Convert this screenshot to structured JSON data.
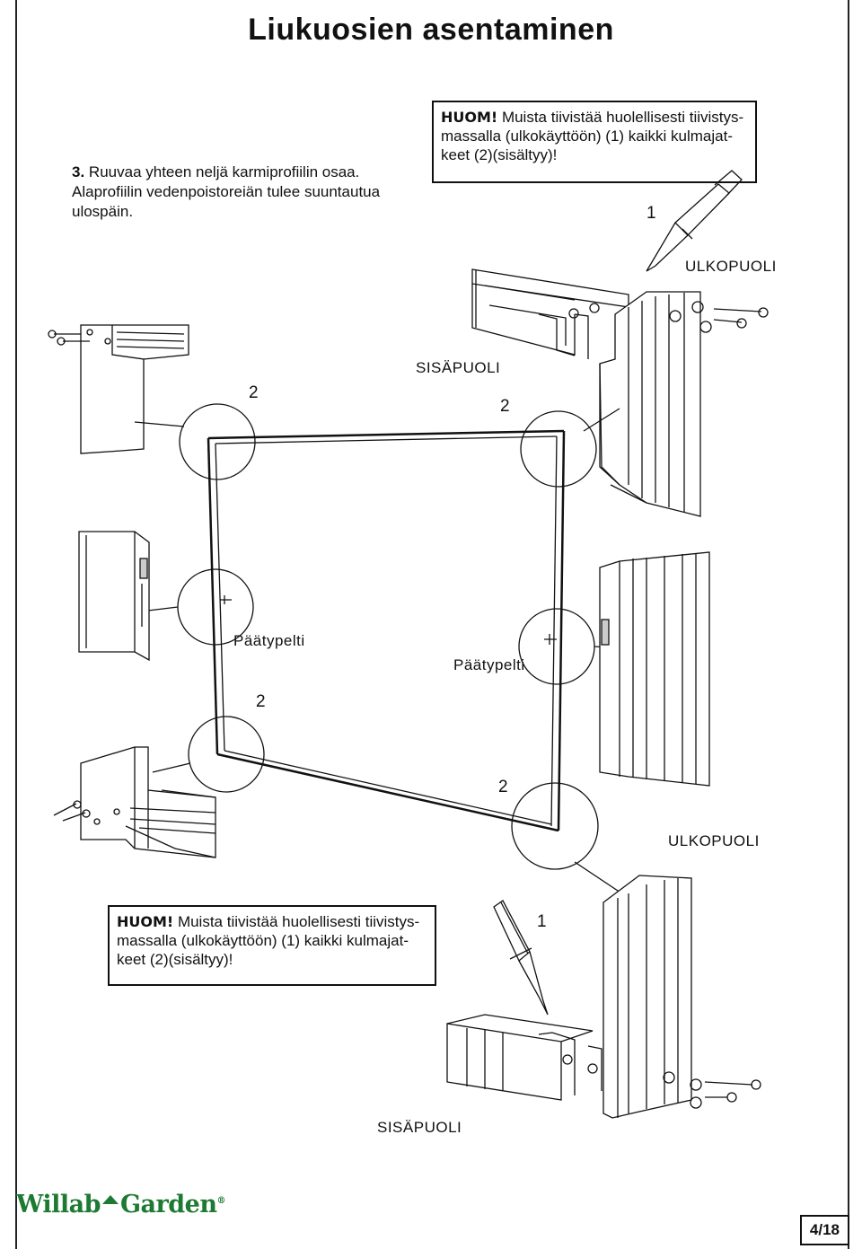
{
  "title": "Liukuosien asentaminen",
  "step": {
    "number": "3.",
    "text": "Ruuvaa yhteen neljä karmiprofiilin osaa. Alaprofiilin vedenpoistoreiän tulee suuntautua ulospäin."
  },
  "notes": [
    {
      "label": "HUOM!",
      "text": "Muista tiivistää huolellisesti tiivistys-massalla (ulkokäyttöön) (1) kaikki kulmajat-keet (2)(sisältyy)!"
    },
    {
      "label": "HUOM!",
      "text": "Muista tiivistää huolellisesti tiivistys-massalla (ulkokäyttöön) (1) kaikki kulmajat-keet (2)(sisältyy)!"
    }
  ],
  "labels": {
    "outside_top": "ULKOPUOLI",
    "inside_top": "SISÄPUOLI",
    "end_plate_left": "Päätypelti",
    "end_plate_right": "Päätypelti",
    "outside_bottom": "ULKOPUOLI",
    "inside_bottom": "SISÄPUOLI"
  },
  "callouts": {
    "sealant": "1",
    "corner": "2"
  },
  "logo": {
    "brand": "Willab",
    "brand2": "Garden",
    "registered": "®",
    "color": "#1e7a33"
  },
  "page_number": "4/18"
}
